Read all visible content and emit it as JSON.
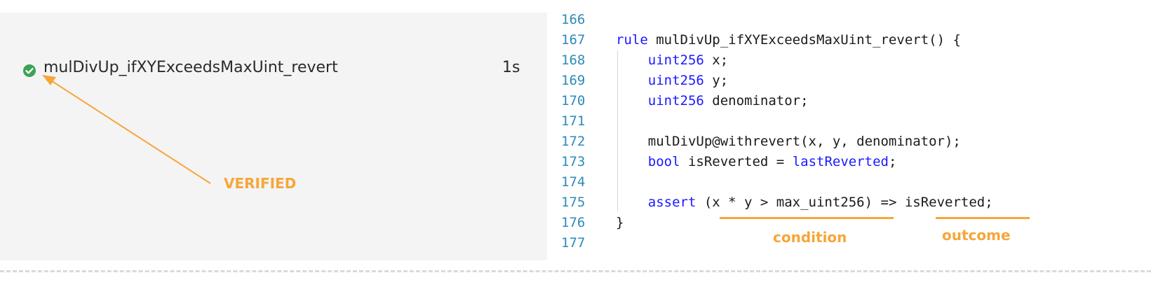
{
  "test_panel": {
    "rule_name": "mulDivUp_ifXYExceedsMaxUint_revert",
    "duration": "1s",
    "status_color": "#3ca354"
  },
  "annotations": {
    "verified": "VERIFIED",
    "condition": "condition",
    "outcome": "outcome",
    "color": "#f6a63a"
  },
  "code": {
    "lines": [
      {
        "num": "166",
        "parts": []
      },
      {
        "num": "167",
        "parts": [
          {
            "t": "rule",
            "k": true
          },
          {
            "t": " mulDivUp_ifXYExceedsMaxUint_revert() {"
          }
        ]
      },
      {
        "num": "168",
        "parts": [
          {
            "t": "    "
          },
          {
            "t": "uint256",
            "k": true
          },
          {
            "t": " x;"
          }
        ]
      },
      {
        "num": "169",
        "parts": [
          {
            "t": "    "
          },
          {
            "t": "uint256",
            "k": true
          },
          {
            "t": " y;"
          }
        ]
      },
      {
        "num": "170",
        "parts": [
          {
            "t": "    "
          },
          {
            "t": "uint256",
            "k": true
          },
          {
            "t": " denominator;"
          }
        ]
      },
      {
        "num": "171",
        "parts": []
      },
      {
        "num": "172",
        "parts": [
          {
            "t": "    mulDivUp@withrevert(x, y, denominator);"
          }
        ]
      },
      {
        "num": "173",
        "parts": [
          {
            "t": "    "
          },
          {
            "t": "bool",
            "k": true
          },
          {
            "t": " isReverted = "
          },
          {
            "t": "lastReverted",
            "k": true
          },
          {
            "t": ";"
          }
        ]
      },
      {
        "num": "174",
        "parts": []
      },
      {
        "num": "175",
        "parts": [
          {
            "t": "    "
          },
          {
            "t": "assert",
            "k": true
          },
          {
            "t": " (x * y > max_uint256) => isReverted;"
          }
        ]
      },
      {
        "num": "176",
        "parts": [
          {
            "t": "}"
          }
        ]
      },
      {
        "num": "177",
        "parts": []
      }
    ]
  }
}
